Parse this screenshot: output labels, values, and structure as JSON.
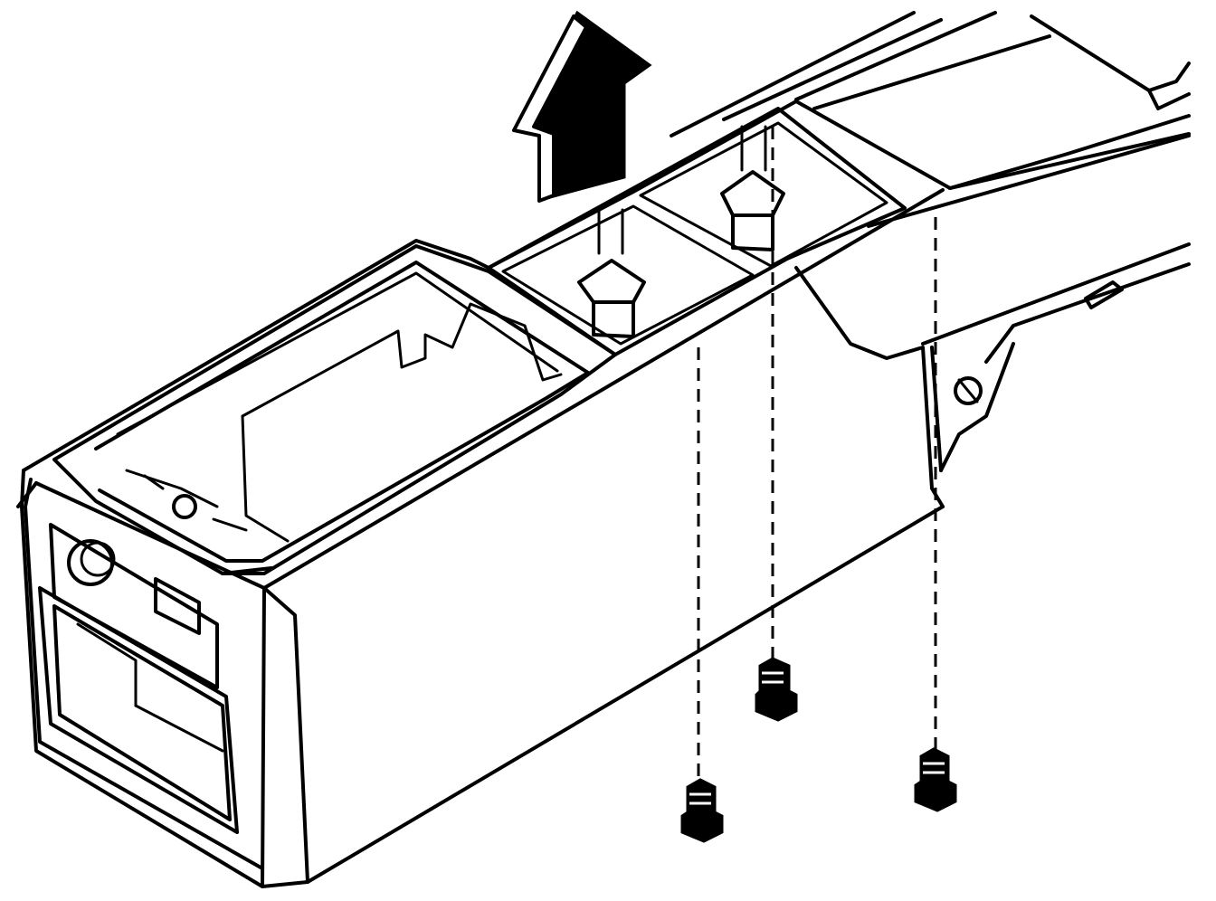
{
  "diagram": {
    "colors": {
      "line": "#000000",
      "background": "#ffffff"
    },
    "parts": [
      {
        "name": "center-console",
        "icon": "console-body"
      },
      {
        "name": "rear-storage-bin",
        "icon": "bin-opening"
      },
      {
        "name": "cup-holder-front",
        "icon": "cup-holder"
      },
      {
        "name": "cup-holder-rear",
        "icon": "cup-holder"
      },
      {
        "name": "fastener-1",
        "icon": "bolt-icon"
      },
      {
        "name": "fastener-2",
        "icon": "bolt-icon"
      },
      {
        "name": "fastener-3",
        "icon": "bolt-icon"
      },
      {
        "name": "removal-arrow",
        "icon": "arrow-up-icon",
        "direction": "up"
      }
    ]
  }
}
